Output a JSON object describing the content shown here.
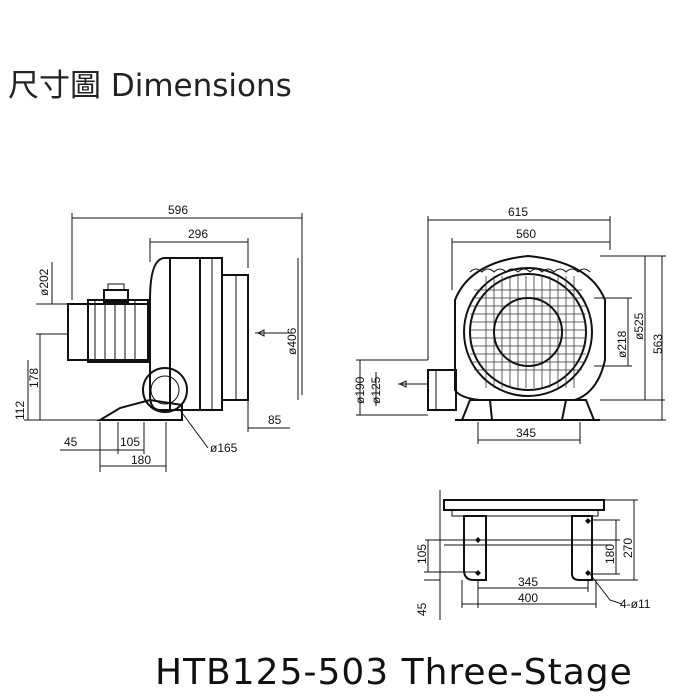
{
  "header": {
    "title": "尺寸圖 Dimensions"
  },
  "footer": {
    "model": "HTB125-503  Three-Stage"
  },
  "side_view": {
    "overall_length": "596",
    "housing_width": "296",
    "motor_dia": "ø202",
    "housing_dia": "ø406",
    "inlet_height_1": "178",
    "inlet_height_2": "112",
    "foot_offset": "45",
    "foot_width": "105",
    "foot_spacing": "180",
    "outlet_length": "85",
    "flange_dia": "ø165"
  },
  "front_view": {
    "overall_width": "615",
    "housing_width": "560",
    "inlet_dia": "ø218",
    "casing_dia": "ø525",
    "overall_height": "563",
    "outlet_outer_dia": "ø190",
    "outlet_inner_dia": "ø125",
    "base_span": "345"
  },
  "base_view": {
    "side_dim": "105",
    "bottom_dim": "45",
    "hole_spacing": "345",
    "base_length": "400",
    "vertical_spacing": "180",
    "base_depth": "270",
    "holes": "4-ø11"
  }
}
